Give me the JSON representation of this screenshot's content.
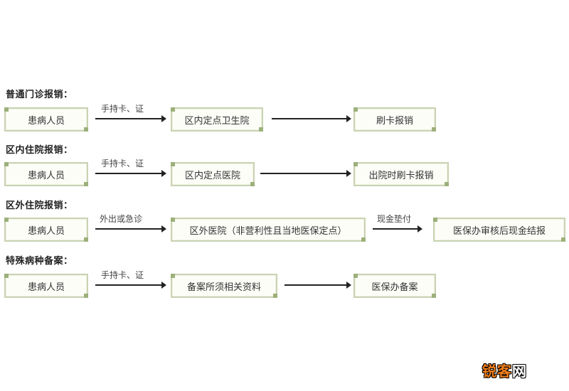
{
  "sections": [
    {
      "title": "普通门诊报销：",
      "start": "患病人员",
      "step1_label": "手持卡、证",
      "middle": "区内定点卫生院",
      "step2_label": "",
      "end": "刷卡报销"
    },
    {
      "title": "区内住院报销：",
      "start": "患病人员",
      "step1_label": "手持卡、证",
      "middle": "区内定点医院",
      "step2_label": "",
      "end": "出院时刷卡报销"
    },
    {
      "title": "区外住院报销：",
      "start": "患病人员",
      "step1_label": "外出或急诊",
      "middle": "区外医院（非营利性且当地医保定点）",
      "step2_label": "现金垫付",
      "end": "医保办审核后现金结报"
    },
    {
      "title": "特殊病种备案：",
      "start": "患病人员",
      "step1_label": "手持卡、证",
      "middle": "备案所须相关资料",
      "step2_label": "",
      "end": "医保办备案"
    }
  ],
  "watermark": {
    "part1": "锐客",
    "part2": "网",
    "colors": {
      "primary": "#f07d1a",
      "secondary": "#ffffff",
      "outline": "#000000"
    }
  },
  "colors": {
    "box_border": "#c9d3b2",
    "box_corner": "#9cb07a",
    "arrow": "#222222"
  }
}
